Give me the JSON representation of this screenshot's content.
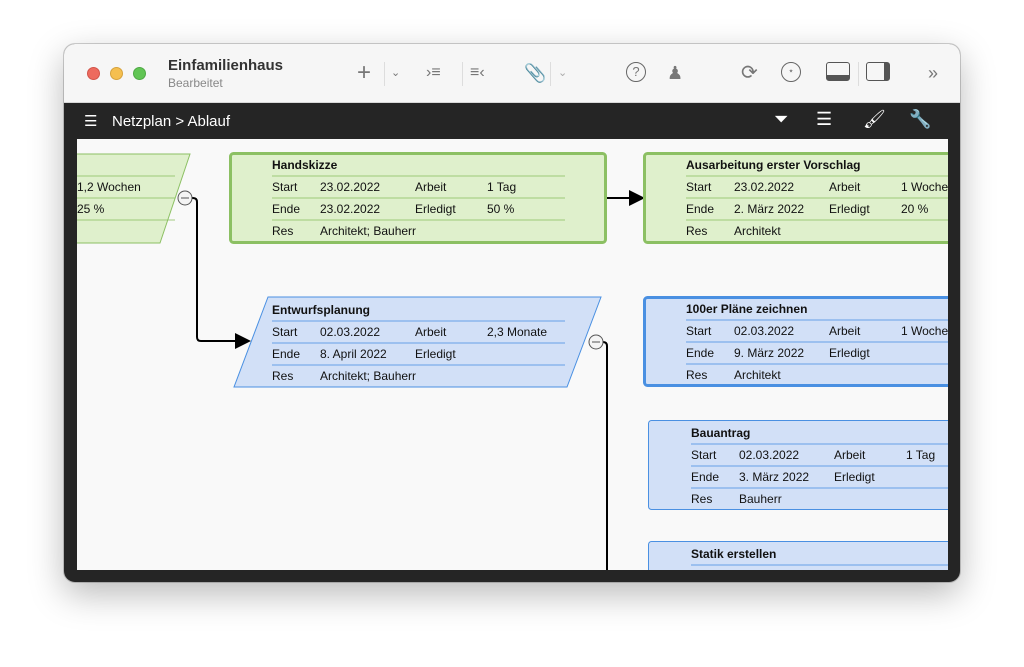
{
  "window": {
    "title": "Einfamilienhaus",
    "subtitle": "Bearbeitet"
  },
  "toolbar": {
    "icons": [
      "plus-icon",
      "chevron-down-icon",
      "indent-icon",
      "outdent-icon",
      "link-icon",
      "chevron-down-icon",
      "help-icon",
      "person-icon",
      "refresh-icon",
      "network-icon",
      "bottom-panel-icon",
      "right-panel-icon",
      "more-icon"
    ]
  },
  "breadcrumb": {
    "root": "Netzplan",
    "separator": ">",
    "current": "Ablauf"
  },
  "view_icons": [
    "filter-icon",
    "gantt-icon",
    "brush-icon",
    "wrench-icon"
  ],
  "colors": {
    "green_fill": "#dff0cc",
    "green_border": "#8cc063",
    "blue_fill": "#d2e0f7",
    "blue_border": "#4a90e2"
  },
  "nodes": [
    {
      "id": "left-partial",
      "title": "",
      "color": "green",
      "rows": [
        [
          "",
          "",
          "",
          "1,2 Wochen"
        ],
        [
          "",
          "",
          "",
          "25 %"
        ],
        [
          "",
          "",
          "",
          ""
        ]
      ]
    },
    {
      "id": "handskizze",
      "title": "Handskizze",
      "color": "green",
      "rows": [
        [
          "Start",
          "23.02.2022",
          "Arbeit",
          "1 Tag"
        ],
        [
          "Ende",
          "23.02.2022",
          "Erledigt",
          "50 %"
        ],
        [
          "Res",
          "Architekt; Bauherr",
          "",
          ""
        ]
      ]
    },
    {
      "id": "ausarbeitung",
      "title": "Ausarbeitung erster Vorschlag",
      "color": "green",
      "rows": [
        [
          "Start",
          "23.02.2022",
          "Arbeit",
          "1 Woche"
        ],
        [
          "Ende",
          "2. März 2022",
          "Erledigt",
          "20 %"
        ],
        [
          "Res",
          "Architekt",
          "",
          ""
        ]
      ]
    },
    {
      "id": "entwurfsplanung",
      "title": "Entwurfsplanung",
      "color": "blue",
      "rows": [
        [
          "Start",
          "02.03.2022",
          "Arbeit",
          "2,3 Monate"
        ],
        [
          "Ende",
          "8. April 2022",
          "Erledigt",
          ""
        ],
        [
          "Res",
          "Architekt; Bauherr",
          "",
          ""
        ]
      ]
    },
    {
      "id": "100er-plaene",
      "title": "100er Pläne zeichnen",
      "color": "blue",
      "selected": true,
      "rows": [
        [
          "Start",
          "02.03.2022",
          "Arbeit",
          "1 Woche"
        ],
        [
          "Ende",
          "9. März 2022",
          "Erledigt",
          ""
        ],
        [
          "Res",
          "Architekt",
          "",
          ""
        ]
      ]
    },
    {
      "id": "bauantrag",
      "title": "Bauantrag",
      "color": "blue",
      "rows": [
        [
          "Start",
          "02.03.2022",
          "Arbeit",
          "1 Tag"
        ],
        [
          "Ende",
          "3. März 2022",
          "Erledigt",
          ""
        ],
        [
          "Res",
          "Bauherr",
          "",
          ""
        ]
      ]
    },
    {
      "id": "statik",
      "title": "Statik erstellen",
      "color": "blue",
      "rows": []
    }
  ]
}
